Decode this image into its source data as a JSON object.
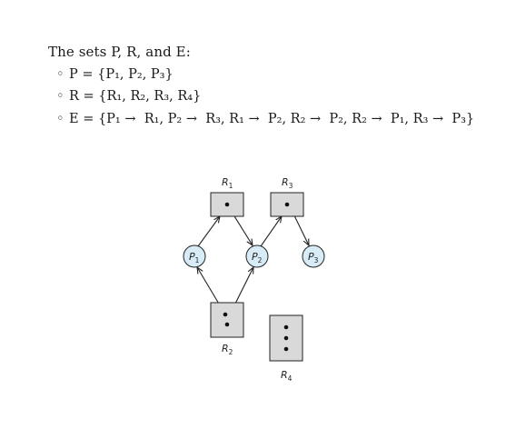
{
  "heading": "The sets P, R, and E:",
  "bullets": [
    "P = {P₁, P₂, P₃}",
    "R = {R₁, R₂, R₃, R₄}",
    "E = {P₁ →  R₁, P₂ →  R₃, R₁ →  P₂, R₂ →  P₂, R₂ →  P₁, R₃ →  P₃}"
  ],
  "bullet_marker": "◦",
  "diagram": {
    "resources": [
      {
        "name": "R",
        "sub": "1",
        "instances": 1
      },
      {
        "name": "R",
        "sub": "3",
        "instances": 1
      },
      {
        "name": "R",
        "sub": "2",
        "instances": 2
      },
      {
        "name": "R",
        "sub": "4",
        "instances": 3
      }
    ],
    "processes": [
      {
        "name": "P",
        "sub": "1"
      },
      {
        "name": "P",
        "sub": "2"
      },
      {
        "name": "P",
        "sub": "3"
      }
    ],
    "edges": [
      {
        "from": "P1",
        "to": "R1",
        "type": "request"
      },
      {
        "from": "P2",
        "to": "R3",
        "type": "request"
      },
      {
        "from": "R1",
        "to": "P2",
        "type": "assignment"
      },
      {
        "from": "R2",
        "to": "P2",
        "type": "assignment"
      },
      {
        "from": "R2",
        "to": "P1",
        "type": "assignment"
      },
      {
        "from": "R3",
        "to": "P3",
        "type": "assignment"
      }
    ],
    "colors": {
      "resource_fill": "#d9d9d9",
      "process_fill": "#d7ecf7",
      "stroke": "#222222"
    }
  }
}
